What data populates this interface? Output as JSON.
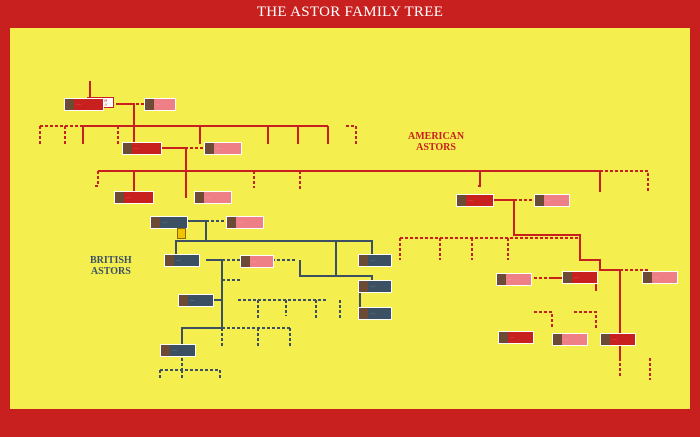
{
  "title": "THE ASTOR FAMILY TREE",
  "sections": {
    "american": "AMERICAN\nASTORS",
    "british": "BRITISH\nASTORS"
  },
  "root": "ASTOR\nFAMILY",
  "colors": {
    "frame": "#c8201e",
    "board": "#f5ee4f",
    "american_line": "#c8201e",
    "british_line": "#3c5064",
    "pink_box": "#ee7f86"
  },
  "icons": {
    "portrait": "portrait-icon",
    "badge": "crest-badge-icon"
  }
}
